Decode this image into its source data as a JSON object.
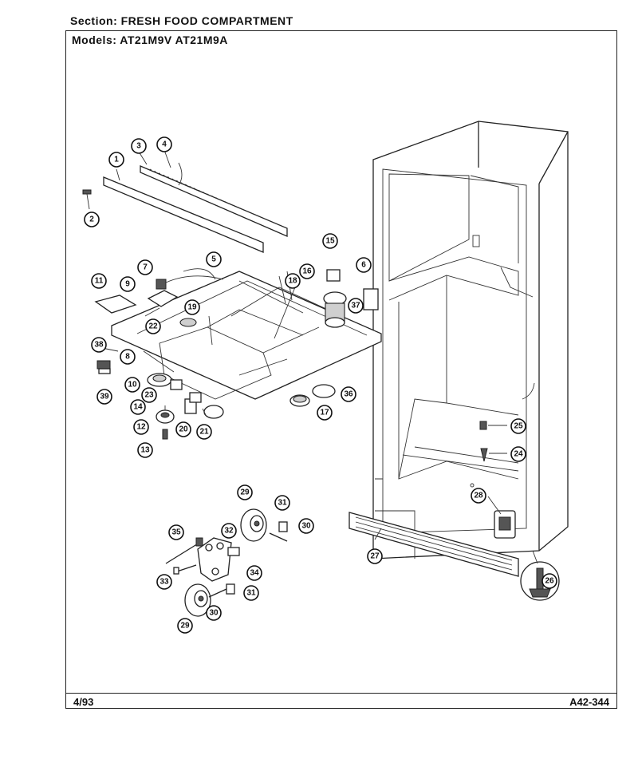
{
  "header": {
    "section_label": "Section:",
    "section_value": "FRESH FOOD COMPARTMENT",
    "models_label": "Models:",
    "models_value": "AT21M9V AT21M9A"
  },
  "footer": {
    "date": "4/93",
    "page_code": "A42-344"
  },
  "callouts": [
    {
      "id": "c1",
      "label": "1"
    },
    {
      "id": "c2",
      "label": "2"
    },
    {
      "id": "c3",
      "label": "3"
    },
    {
      "id": "c4",
      "label": "4"
    },
    {
      "id": "c5",
      "label": "5"
    },
    {
      "id": "c6",
      "label": "6"
    },
    {
      "id": "c7",
      "label": "7"
    },
    {
      "id": "c8",
      "label": "8"
    },
    {
      "id": "c9",
      "label": "9"
    },
    {
      "id": "c10",
      "label": "10"
    },
    {
      "id": "c11",
      "label": "11"
    },
    {
      "id": "c12",
      "label": "12"
    },
    {
      "id": "c13",
      "label": "13"
    },
    {
      "id": "c14",
      "label": "14"
    },
    {
      "id": "c15",
      "label": "15"
    },
    {
      "id": "c16",
      "label": "16"
    },
    {
      "id": "c17",
      "label": "17"
    },
    {
      "id": "c18",
      "label": "18"
    },
    {
      "id": "c19",
      "label": "19"
    },
    {
      "id": "c20",
      "label": "20"
    },
    {
      "id": "c21",
      "label": "21"
    },
    {
      "id": "c22",
      "label": "22"
    },
    {
      "id": "c23",
      "label": "23"
    },
    {
      "id": "c24",
      "label": "24"
    },
    {
      "id": "c25",
      "label": "25"
    },
    {
      "id": "c26",
      "label": "26"
    },
    {
      "id": "c27",
      "label": "27"
    },
    {
      "id": "c28",
      "label": "28"
    },
    {
      "id": "c29a",
      "label": "29"
    },
    {
      "id": "c29b",
      "label": "29"
    },
    {
      "id": "c30a",
      "label": "30"
    },
    {
      "id": "c30b",
      "label": "30"
    },
    {
      "id": "c31a",
      "label": "31"
    },
    {
      "id": "c31b",
      "label": "31"
    },
    {
      "id": "c32",
      "label": "32"
    },
    {
      "id": "c33",
      "label": "33"
    },
    {
      "id": "c34",
      "label": "34"
    },
    {
      "id": "c35",
      "label": "35"
    },
    {
      "id": "c36",
      "label": "36"
    },
    {
      "id": "c37",
      "label": "37"
    },
    {
      "id": "c38",
      "label": "38"
    },
    {
      "id": "c39",
      "label": "39"
    }
  ]
}
